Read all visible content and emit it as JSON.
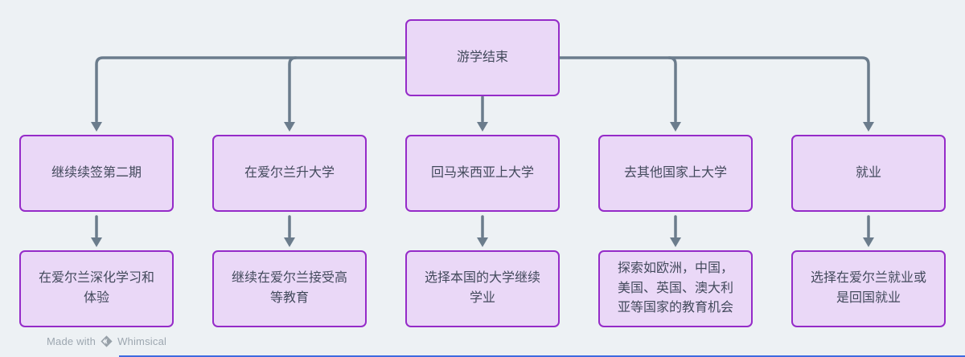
{
  "colors": {
    "background": "#edf1f4",
    "node_fill": "#ead8f7",
    "node_border": "#952bc8",
    "node_text": "#434a5c",
    "connector": "#6b7c8c",
    "watermark_text": "#9da7b0",
    "bottom_accent_line": "#3e6ae0"
  },
  "flowchart": {
    "root": {
      "label": "游学结束"
    },
    "branches": [
      {
        "option": "继续续签第二期",
        "outcome": "在爱尔兰深化学习和体验"
      },
      {
        "option": "在爱尔兰升大学",
        "outcome": "继续在爱尔兰接受高等教育"
      },
      {
        "option": "回马来西亚上大学",
        "outcome": "选择本国的大学继续学业"
      },
      {
        "option": "去其他国家上大学",
        "outcome": "探索如欧洲，中国，美国、英国、澳大利亚等国家的教育机会"
      },
      {
        "option": "就业",
        "outcome": "选择在爱尔兰就业或是回国就业"
      }
    ]
  },
  "watermark": {
    "prefix": "Made with",
    "brand": "Whimsical",
    "icon": "whimsical-diamond-logo"
  }
}
